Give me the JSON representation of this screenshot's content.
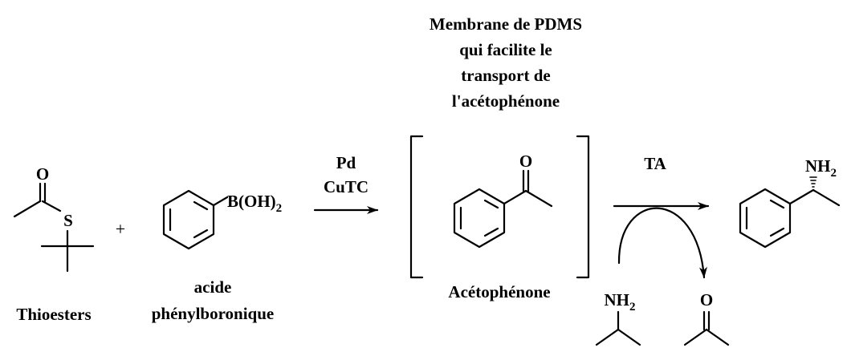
{
  "membrane_note": {
    "line1": "Membrane de PDMS",
    "line2": "qui facilite le",
    "line3": "transport de",
    "line4": "l'acétophénone"
  },
  "reagents": {
    "catalyst": "Pd",
    "cocatalyst": "CuTC",
    "enzyme": "TA"
  },
  "labels": {
    "thioester": "Thioesters",
    "boronic_line1": "acide",
    "boronic_line2": "phénylboronique",
    "acetophenone": "Acétophénone"
  },
  "atoms": {
    "oxygen": "O",
    "sulfur": "S",
    "boronic_group": "B(OH)",
    "amine": "NH",
    "subscript_2": "2"
  },
  "operators": {
    "plus": "+"
  },
  "colors": {
    "ink": "#000000",
    "background": "#ffffff"
  }
}
